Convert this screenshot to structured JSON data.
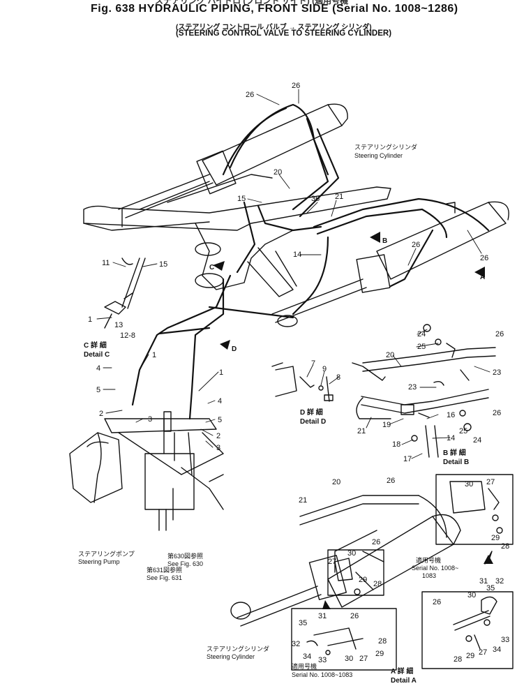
{
  "header": {
    "title": "Fig. 638  HYDRAULIC PIPING, FRONT SIDE (Serial No. 1008~1286)",
    "top_jp": "ステアリング ハイドロ (フロント サイド) (適用号機",
    "subtitle_jp": "(ステアリング コントロール バルブ → ステアリング シリンダ)",
    "subtitle_en": "(STEERING CONTROL VALVE TO STEERING CYLINDER)"
  },
  "labels": {
    "cyl_top_jp": "ステアリングシリンダ",
    "cyl_top_en": "Steering Cylinder",
    "pump_jp": "ステアリングポンプ",
    "pump_en": "Steering Pump",
    "fig630_jp": "第630図参照",
    "fig630_en": "See Fig. 630",
    "fig631_jp": "第631図参照",
    "fig631_en": "See Fig. 631",
    "cyl_bot_jp": "ステアリングシリンダ",
    "cyl_bot_en": "Steering Cylinder",
    "serial_a_jp": "適用号機",
    "serial_a_en": "Serial No. 1008~",
    "serial_a_en2": "1083",
    "serial_b_jp": "適用号機",
    "serial_b_en": "Serial No. 1008~1083",
    "detail_c_jp": "C 詳 細",
    "detail_c_en": "Detail  C",
    "detail_d_jp": "D 詳 細",
    "detail_d_en": "Detail  D",
    "detail_b_jp": "B 詳 細",
    "detail_b_en": "Detail  B",
    "detail_a_jp": "A 詳 細",
    "detail_a_en": "Detail  A",
    "arrow_a": "A",
    "arrow_b": "B",
    "arrow_c": "C",
    "arrow_d": "D"
  },
  "callouts": {
    "c26a": "26",
    "c26b": "26",
    "c20": "20",
    "c15": "15",
    "c36": "36",
    "c21": "21",
    "c14": "14",
    "c26c": "26",
    "c26d": "26",
    "c11": "11",
    "c15c": "15",
    "c1c": "1",
    "c13": "13",
    "c12": "12-8",
    "c1a": "1",
    "c1b": "1",
    "c4a": "4",
    "c5a": "5",
    "c2a": "2",
    "c3a": "3",
    "c4b": "4",
    "c5b": "5",
    "c2b": "2",
    "c3b": "3",
    "c7": "7",
    "c9": "9",
    "c8": "8",
    "b24a": "24",
    "b25a": "25",
    "b26a": "26",
    "b20": "20",
    "b23a": "23",
    "b23b": "23",
    "b21": "21",
    "b19": "19",
    "b16": "16",
    "b26b": "26",
    "b25b": "25",
    "b24b": "24",
    "b14": "14",
    "b18": "18",
    "b17": "17",
    "m20": "20",
    "m26": "26",
    "m21": "21",
    "m26b": "26",
    "p30": "30",
    "p27": "27",
    "p29": "29",
    "p28": "28",
    "q27": "27",
    "q30": "30",
    "q29": "29",
    "q28": "28",
    "r35": "35",
    "r31": "31",
    "r26": "26",
    "r28": "28",
    "r32": "32",
    "r34": "34",
    "r33": "33",
    "r30": "30",
    "r27": "27",
    "r29": "29",
    "s31": "31",
    "s32": "32",
    "s35": "35",
    "s30": "30",
    "s26": "26",
    "s33": "33",
    "s34": "34",
    "s27": "27",
    "s29": "29",
    "s28": "28"
  }
}
